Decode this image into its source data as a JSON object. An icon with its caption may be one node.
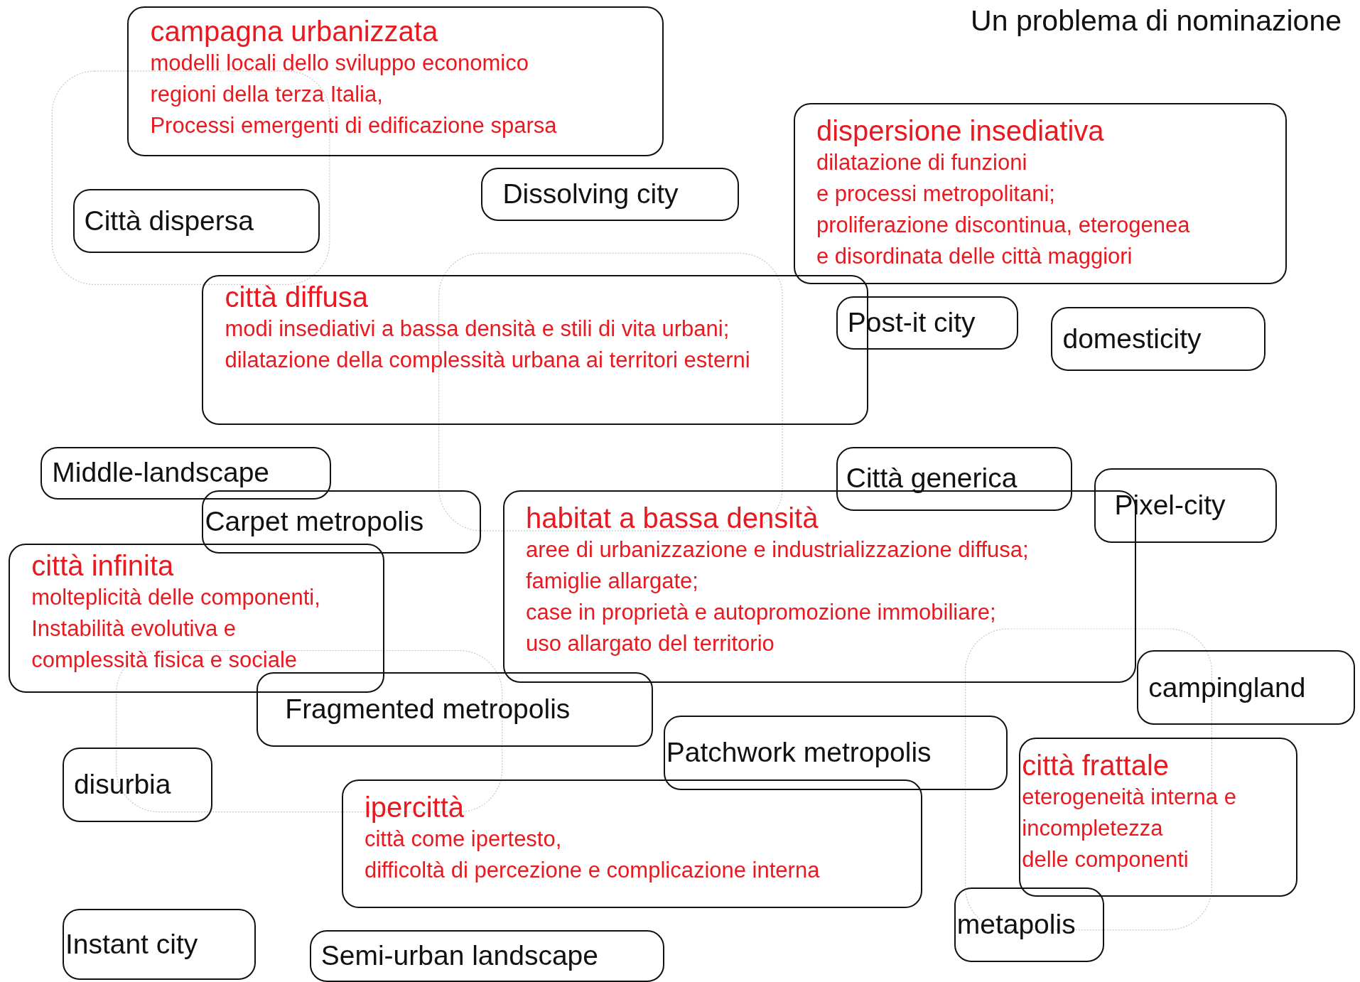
{
  "diagram": {
    "title": "Un problema di nominazione",
    "nodes": [
      {
        "text": [
          "campagna urbanizzata",
          "modelli locali dello sviluppo economico",
          "regioni della terza Italia,",
          "Processi emergenti di edificazione sparsa"
        ]
      },
      {
        "text": [
          "Città dispersa"
        ]
      },
      {
        "text": [
          "Dissolving city"
        ]
      },
      {
        "text": [
          "dispersione insediativa",
          "dilatazione di funzioni",
          "e processi metropolitani;",
          "proliferazione discontinua, eterogenea",
          "e disordinata delle città maggiori"
        ]
      },
      {
        "text": [
          "città diffusa",
          "modi insediativi a bassa densità e stili di vita urbani;",
          "dilatazione della complessità urbana ai territori esterni"
        ]
      },
      {
        "text": [
          "Post-it city"
        ]
      },
      {
        "text": [
          "domesticity"
        ]
      },
      {
        "text": [
          "Middle-landscape"
        ]
      },
      {
        "text": [
          "Carpet metropolis"
        ]
      },
      {
        "text": [
          "Città generica"
        ]
      },
      {
        "text": [
          "Pixel-city"
        ]
      },
      {
        "text": [
          "città infinita",
          "molteplicità delle componenti,",
          "Instabilità evolutiva e",
          "complessità fisica e sociale"
        ]
      },
      {
        "text": [
          "habitat a bassa densità",
          "aree di urbanizzazione e industrializzazione diffusa;",
          "famiglie allargate;",
          "case in proprietà e autopromozione immobiliare;",
          "uso allargato del territorio"
        ]
      },
      {
        "text": [
          "campingland"
        ]
      },
      {
        "text": [
          "Fragmented metropolis"
        ]
      },
      {
        "text": [
          "Patchwork metropolis"
        ]
      },
      {
        "text": [
          "città frattale",
          "eterogeneità interna e",
          "incompletezza",
          "delle componenti"
        ]
      },
      {
        "text": [
          "disurbia"
        ]
      },
      {
        "text": [
          "ipercittà",
          "città come ipertesto,",
          "difficoltà di percezione e complicazione interna"
        ]
      },
      {
        "text": [
          "Instant city"
        ]
      },
      {
        "text": [
          "Semi-urban landscape"
        ]
      },
      {
        "text": [
          "metapolis"
        ]
      }
    ]
  }
}
